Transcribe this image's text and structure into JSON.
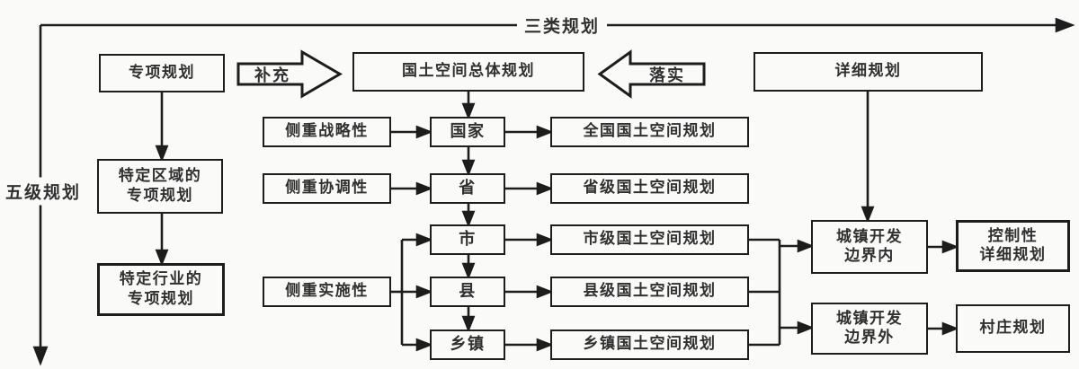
{
  "diagram": {
    "axes": {
      "top_label": "三类规划",
      "left_label": "五级规划"
    },
    "top_row": {
      "special": "专项规划",
      "supplement": "补充",
      "master": "国土空间总体规划",
      "implement": "落实",
      "detailed": "详细规划"
    },
    "special_column": {
      "regional": "特定区域的\n专项规划",
      "industry": "特定行业的\n专项规划"
    },
    "focus": [
      "侧重战略性",
      "侧重协调性",
      "侧重实施性"
    ],
    "levels": [
      "国家",
      "省",
      "市",
      "县",
      "乡镇"
    ],
    "level_plans": [
      "全国国土空间规划",
      "省级国土空间规划",
      "市级国土空间规划",
      "县级国土空间规划",
      "乡镇国土空间规划"
    ],
    "detail_branch": {
      "inside_boundary": "城镇开发\n边界内",
      "outside_boundary": "城镇开发\n边界外",
      "regulatory": "控制性\n详细规划",
      "village": "村庄规划"
    },
    "colors": {
      "line": "#1d1d1d",
      "text": "#303030",
      "background": "#fafaf8"
    }
  }
}
